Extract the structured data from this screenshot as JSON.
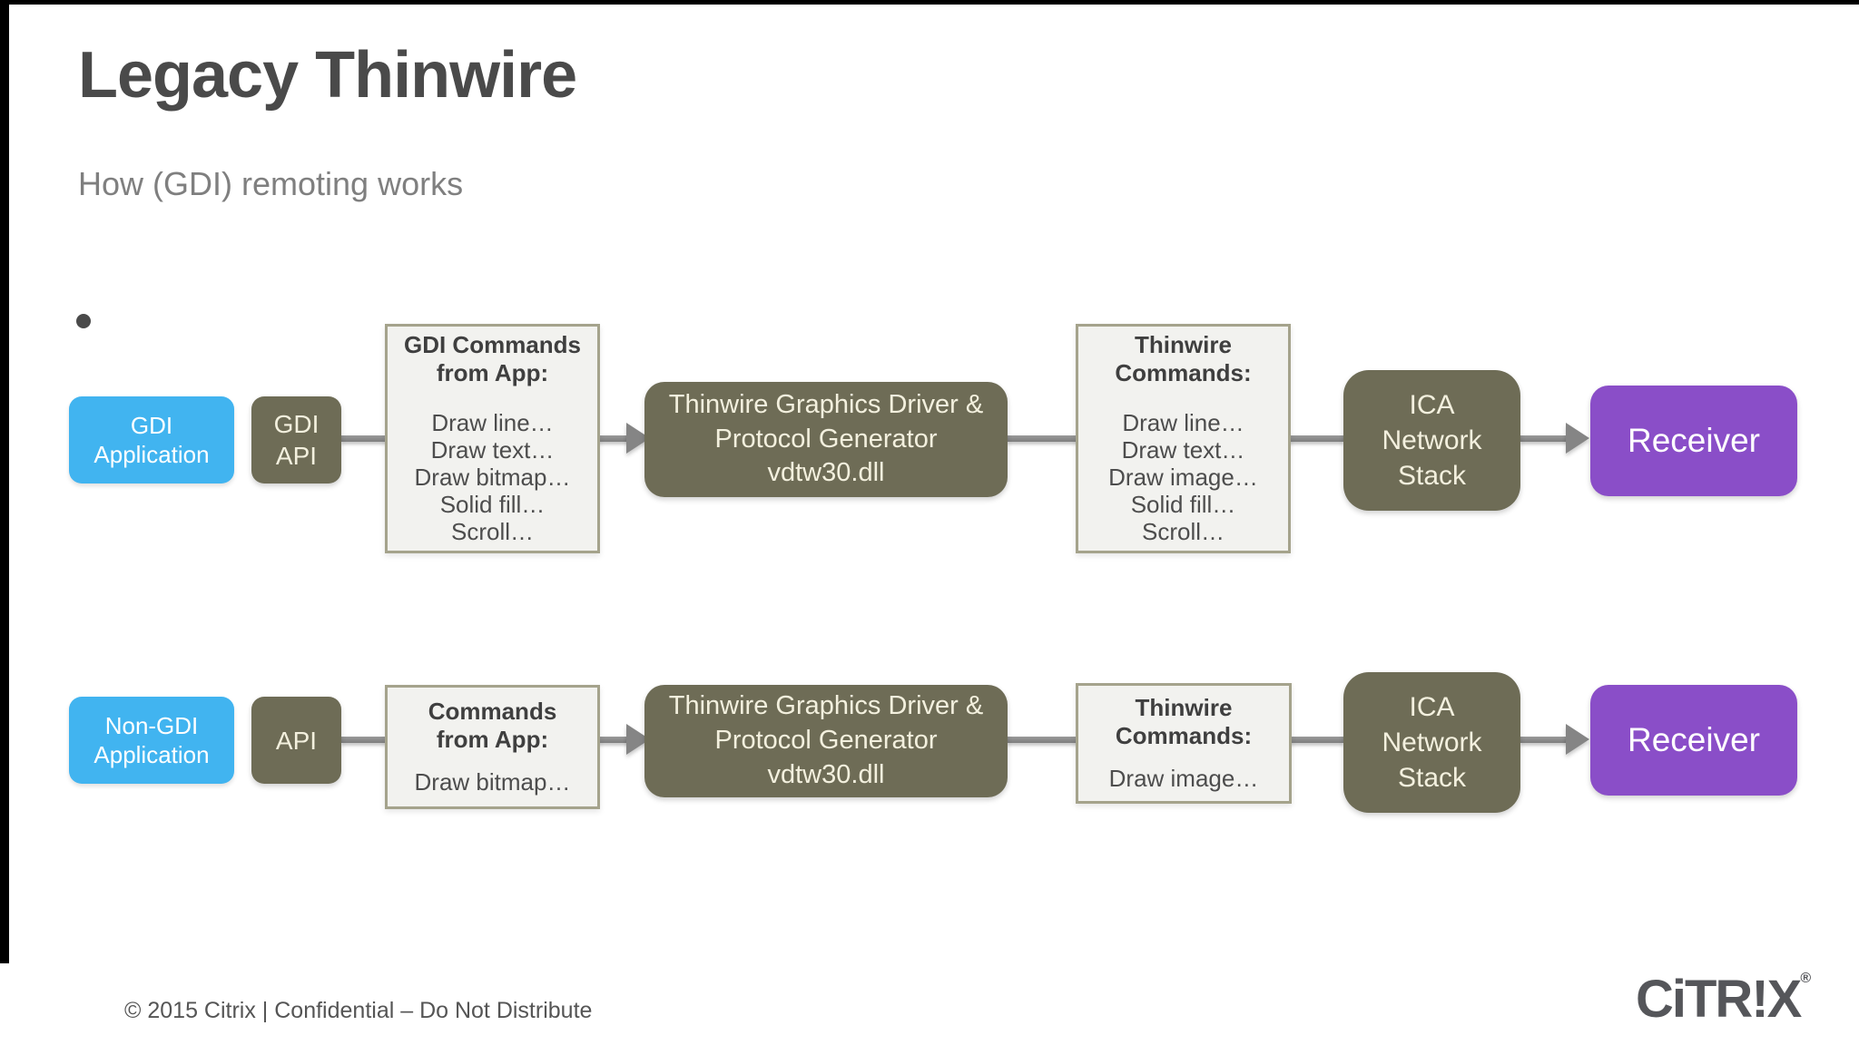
{
  "slide": {
    "title": "Legacy Thinwire",
    "subtitle": "How (GDI) remoting works",
    "footer": "© 2015 Citrix | Confidential – Do Not Distribute",
    "logo": {
      "text": "CiTR!X",
      "registered": "®"
    }
  },
  "colors": {
    "app_blue": "#41b4f0",
    "olive": "#6e6c56",
    "receiver_purple": "#8a4ec8",
    "command_box_bg": "#f2f2ef",
    "command_box_border": "#a5a38c",
    "connector_gray": "#858585"
  },
  "row1": {
    "app": {
      "label": "GDI\nApplication"
    },
    "api": {
      "label": "GDI\nAPI"
    },
    "commands_from_app": {
      "title": "GDI Commands\nfrom App:",
      "items": [
        "Draw line…",
        "Draw text…",
        "Draw bitmap…",
        "Solid fill…",
        "Scroll…"
      ]
    },
    "driver": {
      "label": "Thinwire Graphics Driver &\nProtocol Generator\nvdtw30.dll"
    },
    "thinwire_commands": {
      "title": "Thinwire\nCommands:",
      "items": [
        "Draw line…",
        "Draw text…",
        "Draw image…",
        "Solid fill…",
        "Scroll…"
      ]
    },
    "ica": {
      "label": "ICA\nNetwork\nStack"
    },
    "receiver": {
      "label": "Receiver"
    }
  },
  "row2": {
    "app": {
      "label": "Non-GDI\nApplication"
    },
    "api": {
      "label": "API"
    },
    "commands_from_app": {
      "title": "Commands\nfrom App:",
      "items": [
        "Draw bitmap…"
      ]
    },
    "driver": {
      "label": "Thinwire Graphics Driver &\nProtocol Generator\nvdtw30.dll"
    },
    "thinwire_commands": {
      "title": "Thinwire\nCommands:",
      "items": [
        "Draw image…"
      ]
    },
    "ica": {
      "label": "ICA\nNetwork\nStack"
    },
    "receiver": {
      "label": "Receiver"
    }
  }
}
